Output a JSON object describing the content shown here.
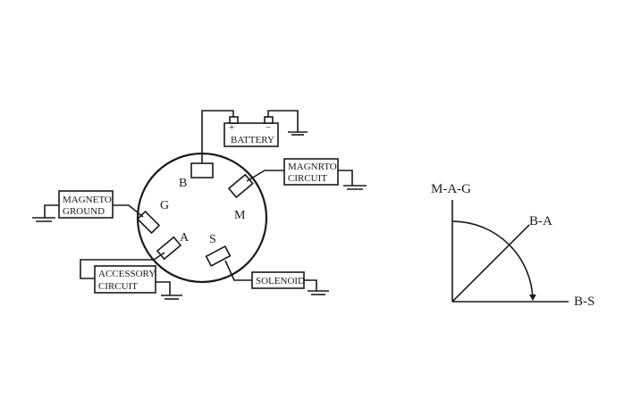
{
  "switch": {
    "terminals": {
      "b": "B",
      "g": "G",
      "a": "A",
      "s": "S",
      "m": "M"
    }
  },
  "boxes": {
    "battery": "BATTERY",
    "battery_plus": "+",
    "battery_minus": "−",
    "magneto_circuit_line1": "MAGNRTO",
    "magneto_circuit_line2": "CIRCUIT",
    "magneto_ground_line1": "MAGNETO",
    "magneto_ground_line2": "GROUND",
    "accessory_circuit_line1": "ACCESSORY",
    "accessory_circuit_line2": "CIRCUIT",
    "solenoid": "SOLENOID"
  },
  "positions_diagram": {
    "vertical_label": "M-A-G",
    "diagonal_label": "B-A",
    "horizontal_label": "B-S"
  }
}
